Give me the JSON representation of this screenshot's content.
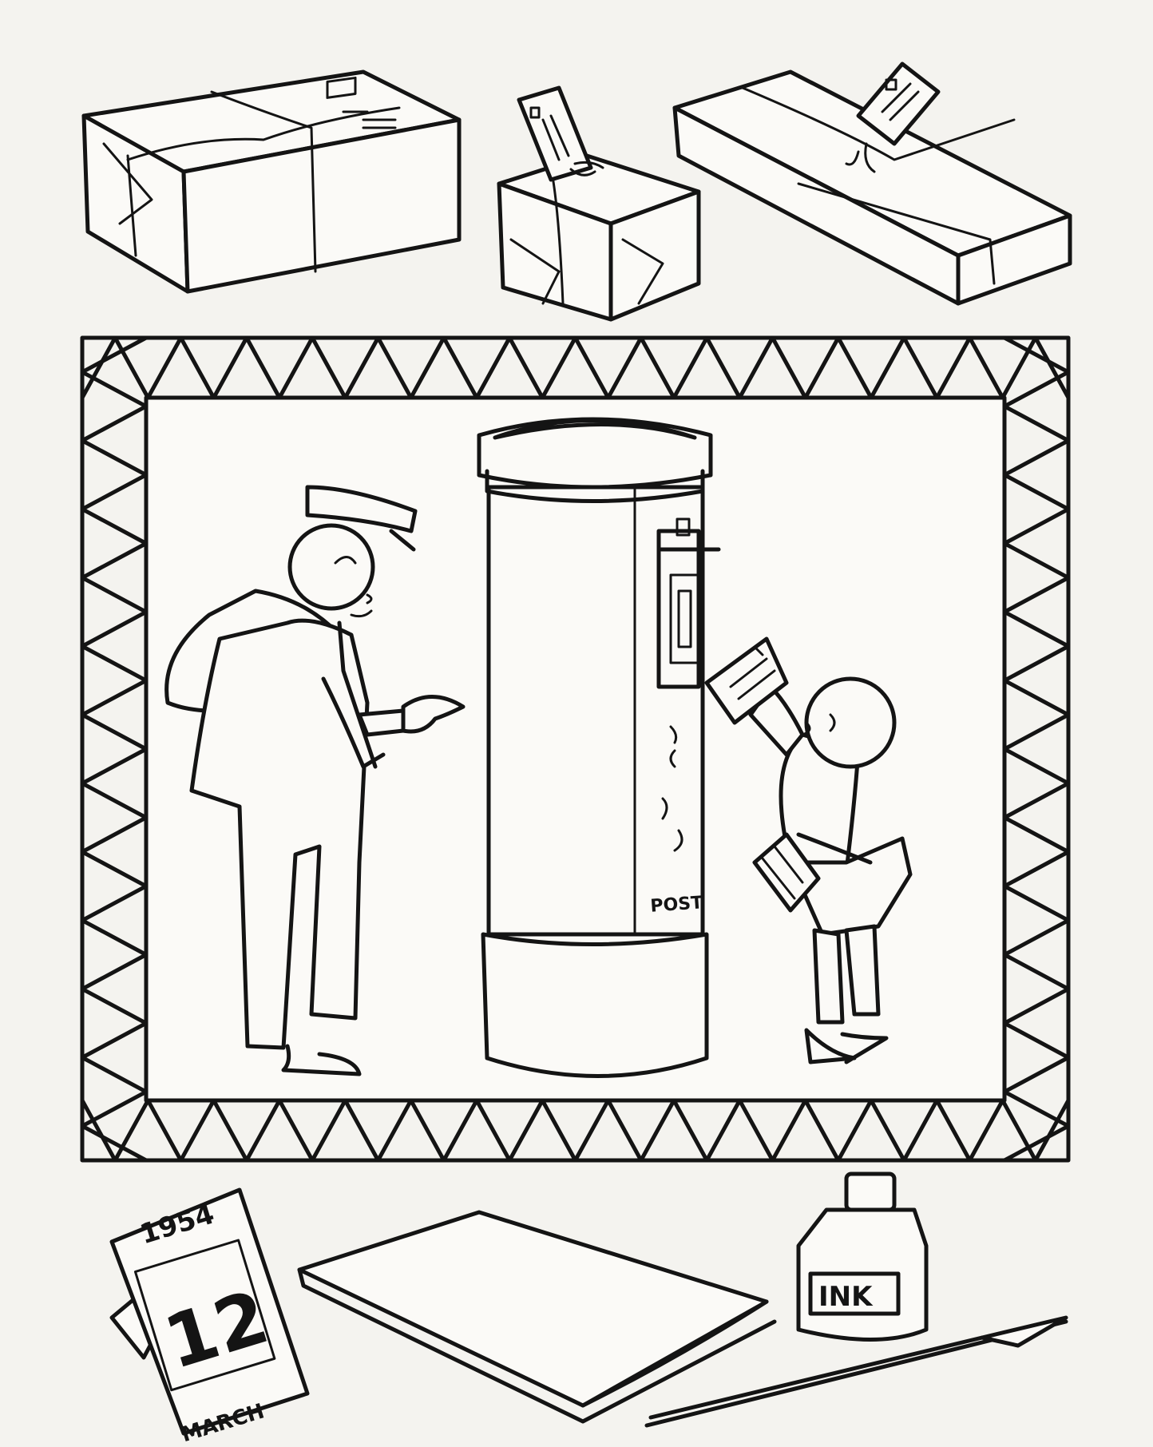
{
  "page": {
    "background": "#f4f3ef",
    "line_color": "#141414"
  },
  "illustration": {
    "frame_pattern": "zigzag",
    "scene": "postman-and-boy-at-pillar-box"
  },
  "calendar": {
    "year": "1954",
    "day": "12",
    "month": "MARCH"
  },
  "pillar_box": {
    "text": "POST"
  },
  "ink_bottle": {
    "label": "INK"
  }
}
